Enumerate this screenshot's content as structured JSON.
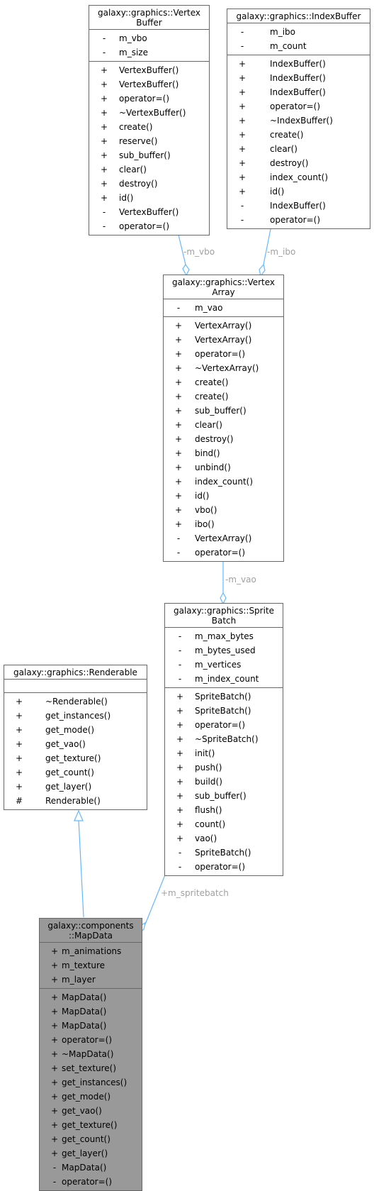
{
  "classes": {
    "vertex_buffer": {
      "title": [
        "galaxy::graphics::Vertex",
        "Buffer"
      ],
      "attributes": [
        {
          "vis": "-",
          "name": "m_vbo"
        },
        {
          "vis": "-",
          "name": "m_size"
        }
      ],
      "methods": [
        {
          "vis": "+",
          "name": "VertexBuffer()"
        },
        {
          "vis": "+",
          "name": "VertexBuffer()"
        },
        {
          "vis": "+",
          "name": "operator=()"
        },
        {
          "vis": "+",
          "name": "~VertexBuffer()"
        },
        {
          "vis": "+",
          "name": "create()"
        },
        {
          "vis": "+",
          "name": "reserve()"
        },
        {
          "vis": "+",
          "name": "sub_buffer()"
        },
        {
          "vis": "+",
          "name": "clear()"
        },
        {
          "vis": "+",
          "name": "destroy()"
        },
        {
          "vis": "+",
          "name": "id()"
        },
        {
          "vis": "-",
          "name": "VertexBuffer()"
        },
        {
          "vis": "-",
          "name": "operator=()"
        }
      ]
    },
    "index_buffer": {
      "title": [
        "galaxy::graphics::IndexBuffer"
      ],
      "attributes": [
        {
          "vis": "-",
          "name": "m_ibo"
        },
        {
          "vis": "-",
          "name": "m_count"
        }
      ],
      "methods": [
        {
          "vis": "+",
          "name": "IndexBuffer()"
        },
        {
          "vis": "+",
          "name": "IndexBuffer()"
        },
        {
          "vis": "+",
          "name": "IndexBuffer()"
        },
        {
          "vis": "+",
          "name": "operator=()"
        },
        {
          "vis": "+",
          "name": "~IndexBuffer()"
        },
        {
          "vis": "+",
          "name": "create()"
        },
        {
          "vis": "+",
          "name": "clear()"
        },
        {
          "vis": "+",
          "name": "destroy()"
        },
        {
          "vis": "+",
          "name": "index_count()"
        },
        {
          "vis": "+",
          "name": "id()"
        },
        {
          "vis": "-",
          "name": "IndexBuffer()"
        },
        {
          "vis": "-",
          "name": "operator=()"
        }
      ]
    },
    "vertex_array": {
      "title": [
        "galaxy::graphics::Vertex",
        "Array"
      ],
      "attributes": [
        {
          "vis": "-",
          "name": "m_vao"
        }
      ],
      "methods": [
        {
          "vis": "+",
          "name": "VertexArray()"
        },
        {
          "vis": "+",
          "name": "VertexArray()"
        },
        {
          "vis": "+",
          "name": "operator=()"
        },
        {
          "vis": "+",
          "name": "~VertexArray()"
        },
        {
          "vis": "+",
          "name": "create()"
        },
        {
          "vis": "+",
          "name": "create()"
        },
        {
          "vis": "+",
          "name": "sub_buffer()"
        },
        {
          "vis": "+",
          "name": "clear()"
        },
        {
          "vis": "+",
          "name": "destroy()"
        },
        {
          "vis": "+",
          "name": "bind()"
        },
        {
          "vis": "+",
          "name": "unbind()"
        },
        {
          "vis": "+",
          "name": "index_count()"
        },
        {
          "vis": "+",
          "name": "id()"
        },
        {
          "vis": "+",
          "name": "vbo()"
        },
        {
          "vis": "+",
          "name": "ibo()"
        },
        {
          "vis": "-",
          "name": "VertexArray()"
        },
        {
          "vis": "-",
          "name": "operator=()"
        }
      ]
    },
    "sprite_batch": {
      "title": [
        "galaxy::graphics::Sprite",
        "Batch"
      ],
      "attributes": [
        {
          "vis": "-",
          "name": "m_max_bytes"
        },
        {
          "vis": "-",
          "name": "m_bytes_used"
        },
        {
          "vis": "-",
          "name": "m_vertices"
        },
        {
          "vis": "-",
          "name": "m_index_count"
        }
      ],
      "methods": [
        {
          "vis": "+",
          "name": "SpriteBatch()"
        },
        {
          "vis": "+",
          "name": "SpriteBatch()"
        },
        {
          "vis": "+",
          "name": "operator=()"
        },
        {
          "vis": "+",
          "name": "~SpriteBatch()"
        },
        {
          "vis": "+",
          "name": "init()"
        },
        {
          "vis": "+",
          "name": "push()"
        },
        {
          "vis": "+",
          "name": "build()"
        },
        {
          "vis": "+",
          "name": "sub_buffer()"
        },
        {
          "vis": "+",
          "name": "flush()"
        },
        {
          "vis": "+",
          "name": "count()"
        },
        {
          "vis": "+",
          "name": "vao()"
        },
        {
          "vis": "-",
          "name": "SpriteBatch()"
        },
        {
          "vis": "-",
          "name": "operator=()"
        }
      ]
    },
    "renderable": {
      "title": [
        "galaxy::graphics::Renderable"
      ],
      "attributes": [],
      "methods": [
        {
          "vis": "+",
          "name": "~Renderable()"
        },
        {
          "vis": "+",
          "name": "get_instances()"
        },
        {
          "vis": "+",
          "name": "get_mode()"
        },
        {
          "vis": "+",
          "name": "get_vao()"
        },
        {
          "vis": "+",
          "name": "get_texture()"
        },
        {
          "vis": "+",
          "name": "get_count()"
        },
        {
          "vis": "+",
          "name": "get_layer()"
        },
        {
          "vis": "#",
          "name": "Renderable()"
        }
      ]
    },
    "map_data": {
      "title": [
        "galaxy::components",
        "::MapData"
      ],
      "attributes": [
        {
          "vis": "+",
          "name": "m_animations"
        },
        {
          "vis": "+",
          "name": "m_texture"
        },
        {
          "vis": "+",
          "name": "m_layer"
        }
      ],
      "methods": [
        {
          "vis": "+",
          "name": "MapData()"
        },
        {
          "vis": "+",
          "name": "MapData()"
        },
        {
          "vis": "+",
          "name": "MapData()"
        },
        {
          "vis": "+",
          "name": "operator=()"
        },
        {
          "vis": "+",
          "name": "~MapData()"
        },
        {
          "vis": "+",
          "name": "set_texture()"
        },
        {
          "vis": "+",
          "name": "get_instances()"
        },
        {
          "vis": "+",
          "name": "get_mode()"
        },
        {
          "vis": "+",
          "name": "get_vao()"
        },
        {
          "vis": "+",
          "name": "get_texture()"
        },
        {
          "vis": "+",
          "name": "get_count()"
        },
        {
          "vis": "+",
          "name": "get_layer()"
        },
        {
          "vis": "-",
          "name": "MapData()"
        },
        {
          "vis": "-",
          "name": "operator=()"
        }
      ]
    }
  },
  "edge_labels": {
    "vbo": "-m_vbo",
    "ibo": "-m_ibo",
    "vao": "-m_vao",
    "spritebatch": "+m_spritebatch"
  },
  "colors": {
    "edge": "#63b8ff",
    "label": "#a0a0a0",
    "box_border": "#666666",
    "focus_fill": "#999999"
  }
}
